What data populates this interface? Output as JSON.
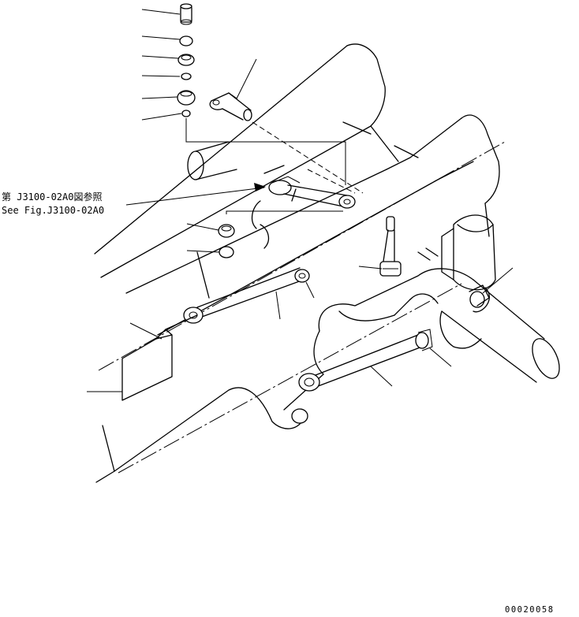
{
  "reference": {
    "line_ja": "第 J3100-02A0図参照",
    "line_en": "See Fig.J3100-02A0"
  },
  "drawing_code": "00020058"
}
